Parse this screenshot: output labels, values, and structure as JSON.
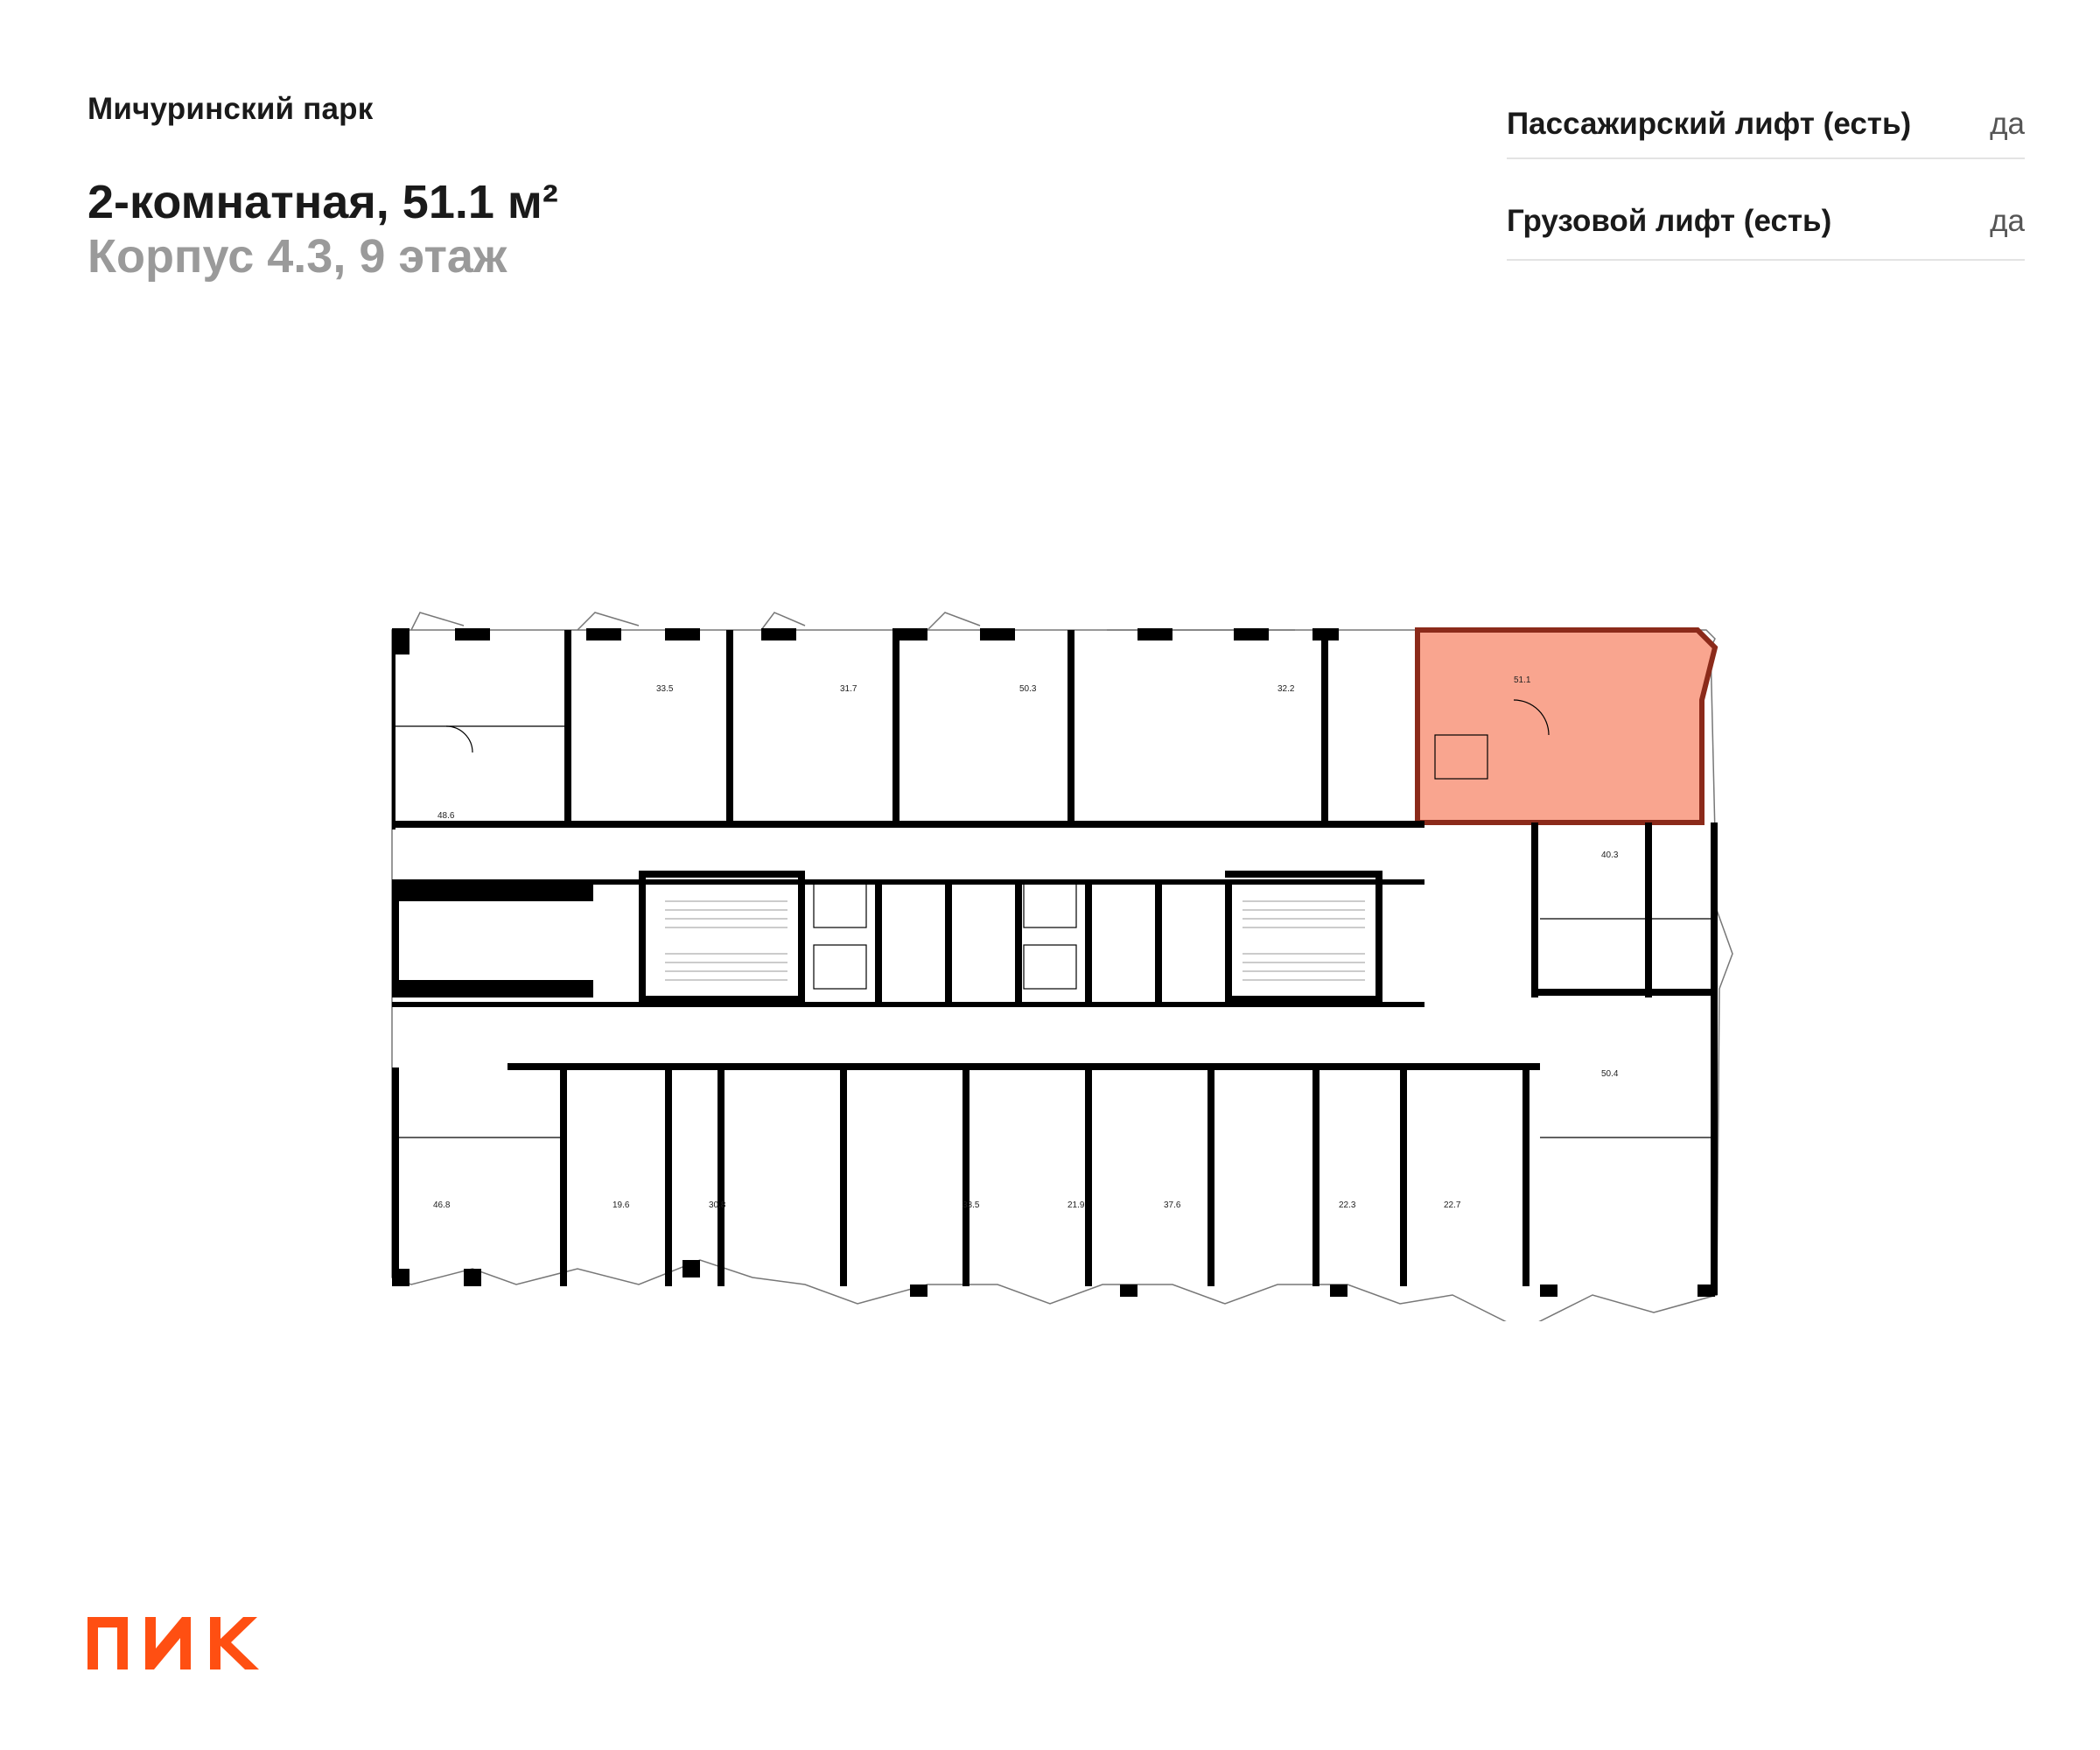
{
  "header": {
    "project": "Мичуринский парк",
    "title": "2-комнатная, 51.1 м²",
    "subtitle": "Корпус 4.3, 9 этаж"
  },
  "features": [
    {
      "label": "Пассажирский лифт (есть)",
      "value": "да"
    },
    {
      "label": "Грузовой лифт (есть)",
      "value": "да"
    }
  ],
  "plan": {
    "highlight_color": "#f9a58f",
    "highlight_border": "#8b2a1a",
    "wall_color": "#000000",
    "apartments_top": [
      "33.5",
      "31.7",
      "50.3",
      "32.2",
      "51.1"
    ],
    "apartments_left": [
      "48.6",
      "46.8"
    ],
    "apartments_right": [
      "40.3",
      "50.4"
    ],
    "apartments_bottom": [
      "19.6",
      "30.8",
      "33.5",
      "21.9",
      "37.6",
      "22.3",
      "22.7"
    ],
    "highlighted_apartment": "51.1"
  },
  "brand": {
    "logo_icon": "pik-logo-icon",
    "color": "#ff4f12"
  }
}
